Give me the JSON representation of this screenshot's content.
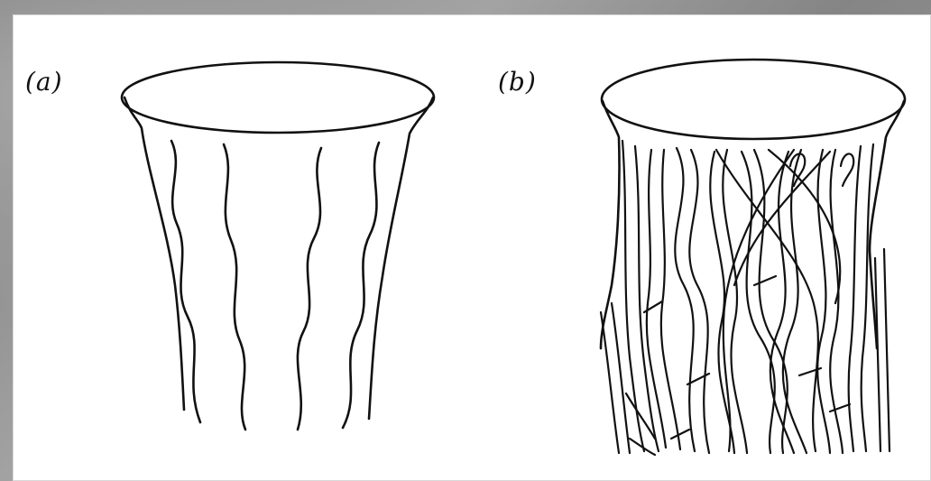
{
  "figure": {
    "panels": [
      {
        "id": "a",
        "label": "(a)"
      },
      {
        "id": "b",
        "label": "(b)"
      }
    ]
  },
  "colors": {
    "ink": "#111111",
    "paper": "#ffffff",
    "frame": "#8e8e8e"
  }
}
